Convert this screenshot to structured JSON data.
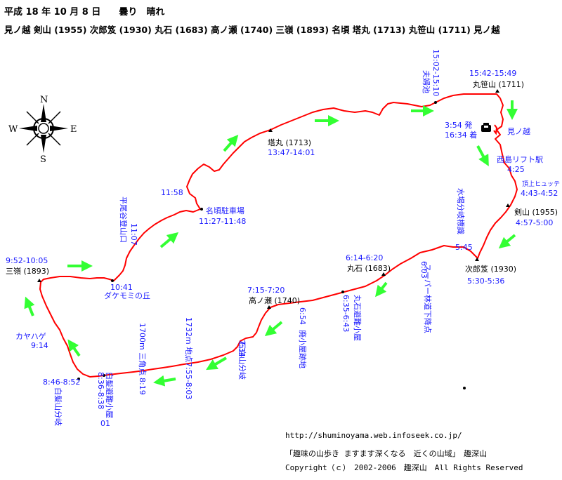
{
  "header": {
    "date_line": "平成 18 年 10 月 8 日　　曇り　晴れ",
    "route_line": "見ノ越 剣山 (1955) 次郎笈 (1930) 丸石 (1683) 高ノ瀬 (1740) 三嶺 (1893) 名頃 塔丸 (1713) 丸笹山 (1711) 見ノ越"
  },
  "compass": {
    "n": "N",
    "s": "S",
    "e": "E",
    "w": "W"
  },
  "peaks": {
    "marusasa_name": "丸笹山 (1711)",
    "marusasa_time": "15:42-15:49",
    "tomaru_name": "塔丸 (1713)",
    "tomaru_time": "13:47-14:01",
    "tsurugi_name": "剣山 (1955)",
    "tsurugi_time": "4:57-5:00",
    "jiro_name": "次郎笈 (1930)",
    "jiro_time": "5:30-5:36",
    "maruishi_name": "丸石 (1683)",
    "maruishi_time": "6:14-6:20",
    "takanose_name": "高ノ瀬 (1740)",
    "takanose_time": "7:15-7:20",
    "sanrei_name": "三嶺 (1893)",
    "sanrei_time": "9:52-10:05"
  },
  "points": {
    "fufuike_name": "夫婦池",
    "fufuike_time": "15:02-15:10",
    "minokoshi": "見ノ越",
    "depart": "3:54 発",
    "arrive": "16:34 着",
    "nishijima_name": "西島リフト駅",
    "nishijima_time": "4:25",
    "chojo_name": "頂上ヒュッテ",
    "chojo_time": "4:43-4:52",
    "mizuba_name": "水場分岐標識",
    "mizuba_time": "5:45",
    "super_name": "スーパー林道下降点",
    "super_time": "6:03",
    "hinanya_name": "丸石避難小屋",
    "hinanya_time": "6:35-6:43",
    "haigoya_time": "6:54",
    "haigoya_name": "廃小屋跡地",
    "ishidate_time": "7:34",
    "ishidate_name": "石立山分岐",
    "p1732_name": "1732m 地点",
    "p1732_time": "7:55-8:03",
    "p1700_name": "1700m 三角点",
    "p1700_time": "8:19",
    "shiraga_hut_name": "白髪避難小屋",
    "shiraga_hut_time": "8:36-8:38",
    "shiraga_hut_time2": "01",
    "shiraga_br_time": "8:46-8:52",
    "shiraga_br_name": "白髪山分岐",
    "kayahage_name": "カヤハゲ",
    "kayahage_time": "9:14",
    "dakemomi_time": "10:41",
    "dakemomi_name": "ダケモミの丘",
    "hirao_name": "平尾谷登山口",
    "hirao_time": "11:07",
    "nagoro_name": "名頃駐車場",
    "nagoro_time": "11:27-11:48",
    "p1158": "11:58"
  },
  "footer": {
    "url": "http://shuminoyama.web.infoseek.co.jp/",
    "site": "「趣味の山歩き ますます深くなる　近くの山域」　趣深山",
    "copyright": "Copyright（ｃ）　2002-2006　趣深山　All Rights Reserved"
  },
  "colors": {
    "route": "#ff0000",
    "arrow": "#33ff33",
    "label_blue": "#1a1aff"
  }
}
